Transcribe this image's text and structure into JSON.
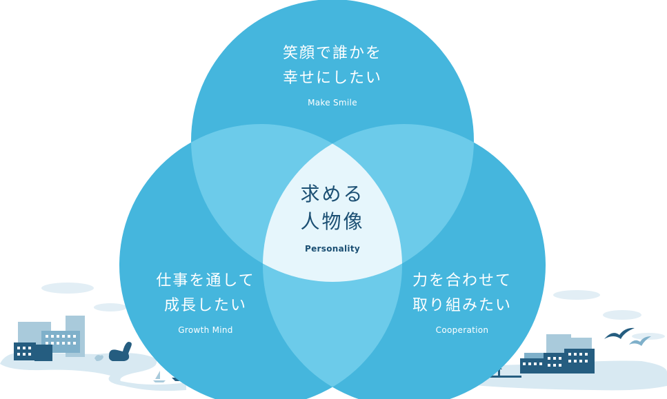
{
  "colors": {
    "circle": "#45b6dd",
    "overlap_two": "#6ccbea",
    "overlap_center": "#e6f6fc",
    "center_text": "#1b4f73",
    "scenery_light": "#cfe4ef",
    "scenery_mid": "#a9cadb",
    "scenery_dark": "#255d80",
    "cloud": "#e2eef5"
  },
  "circles": {
    "top": {
      "title_lines": [
        "笑顔で誰かを",
        "幸せにしたい"
      ],
      "subtitle": "Make Smile"
    },
    "left": {
      "title_lines": [
        "仕事を通して",
        "成長したい"
      ],
      "subtitle": "Growth Mind"
    },
    "right": {
      "title_lines": [
        "力を合わせて",
        "取り組みたい"
      ],
      "subtitle": "Cooperation"
    }
  },
  "center": {
    "title_lines": [
      "求める",
      "人物像"
    ],
    "subtitle": "Personality"
  },
  "icons": {
    "left_scene": [
      "building-icon",
      "swan-boat-icon",
      "sailboat-icon",
      "cloud-icon"
    ],
    "right_scene": [
      "building-icon",
      "gazebo-icon",
      "bird-icon",
      "cloud-icon"
    ]
  }
}
